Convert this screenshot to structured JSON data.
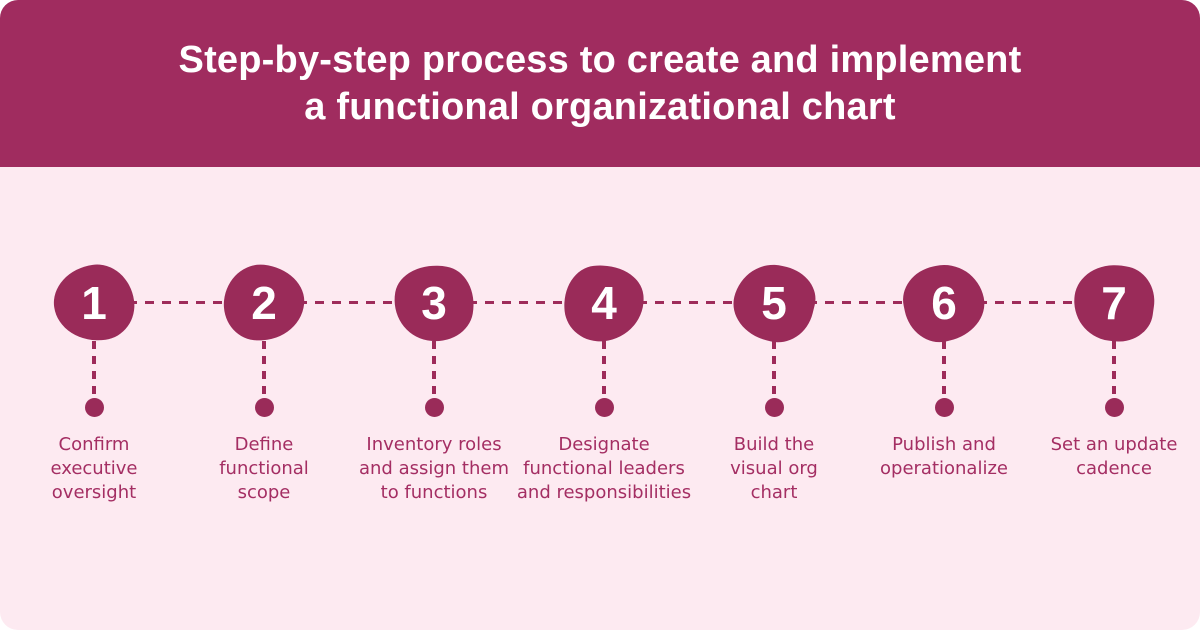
{
  "header": {
    "title_line1": "Step-by-step process to create and implement",
    "title_line2": "a functional organizational chart"
  },
  "steps": [
    {
      "number": "1",
      "label": "Confirm\nexecutive\noversight"
    },
    {
      "number": "2",
      "label": "Define\nfunctional\nscope"
    },
    {
      "number": "3",
      "label": "Inventory roles\nand assign them\nto functions"
    },
    {
      "number": "4",
      "label": "Designate\nfunctional leaders\nand responsibilities"
    },
    {
      "number": "5",
      "label": "Build the\nvisual org\nchart"
    },
    {
      "number": "6",
      "label": "Publish and\noperationalize"
    },
    {
      "number": "7",
      "label": "Set an update\ncadence"
    }
  ],
  "colors": {
    "accent": "#9a2b59",
    "header_background": "#a02c5f",
    "page_background": "#fdeaf1",
    "label_text": "#a42e63",
    "number_text": "#ffffff"
  }
}
